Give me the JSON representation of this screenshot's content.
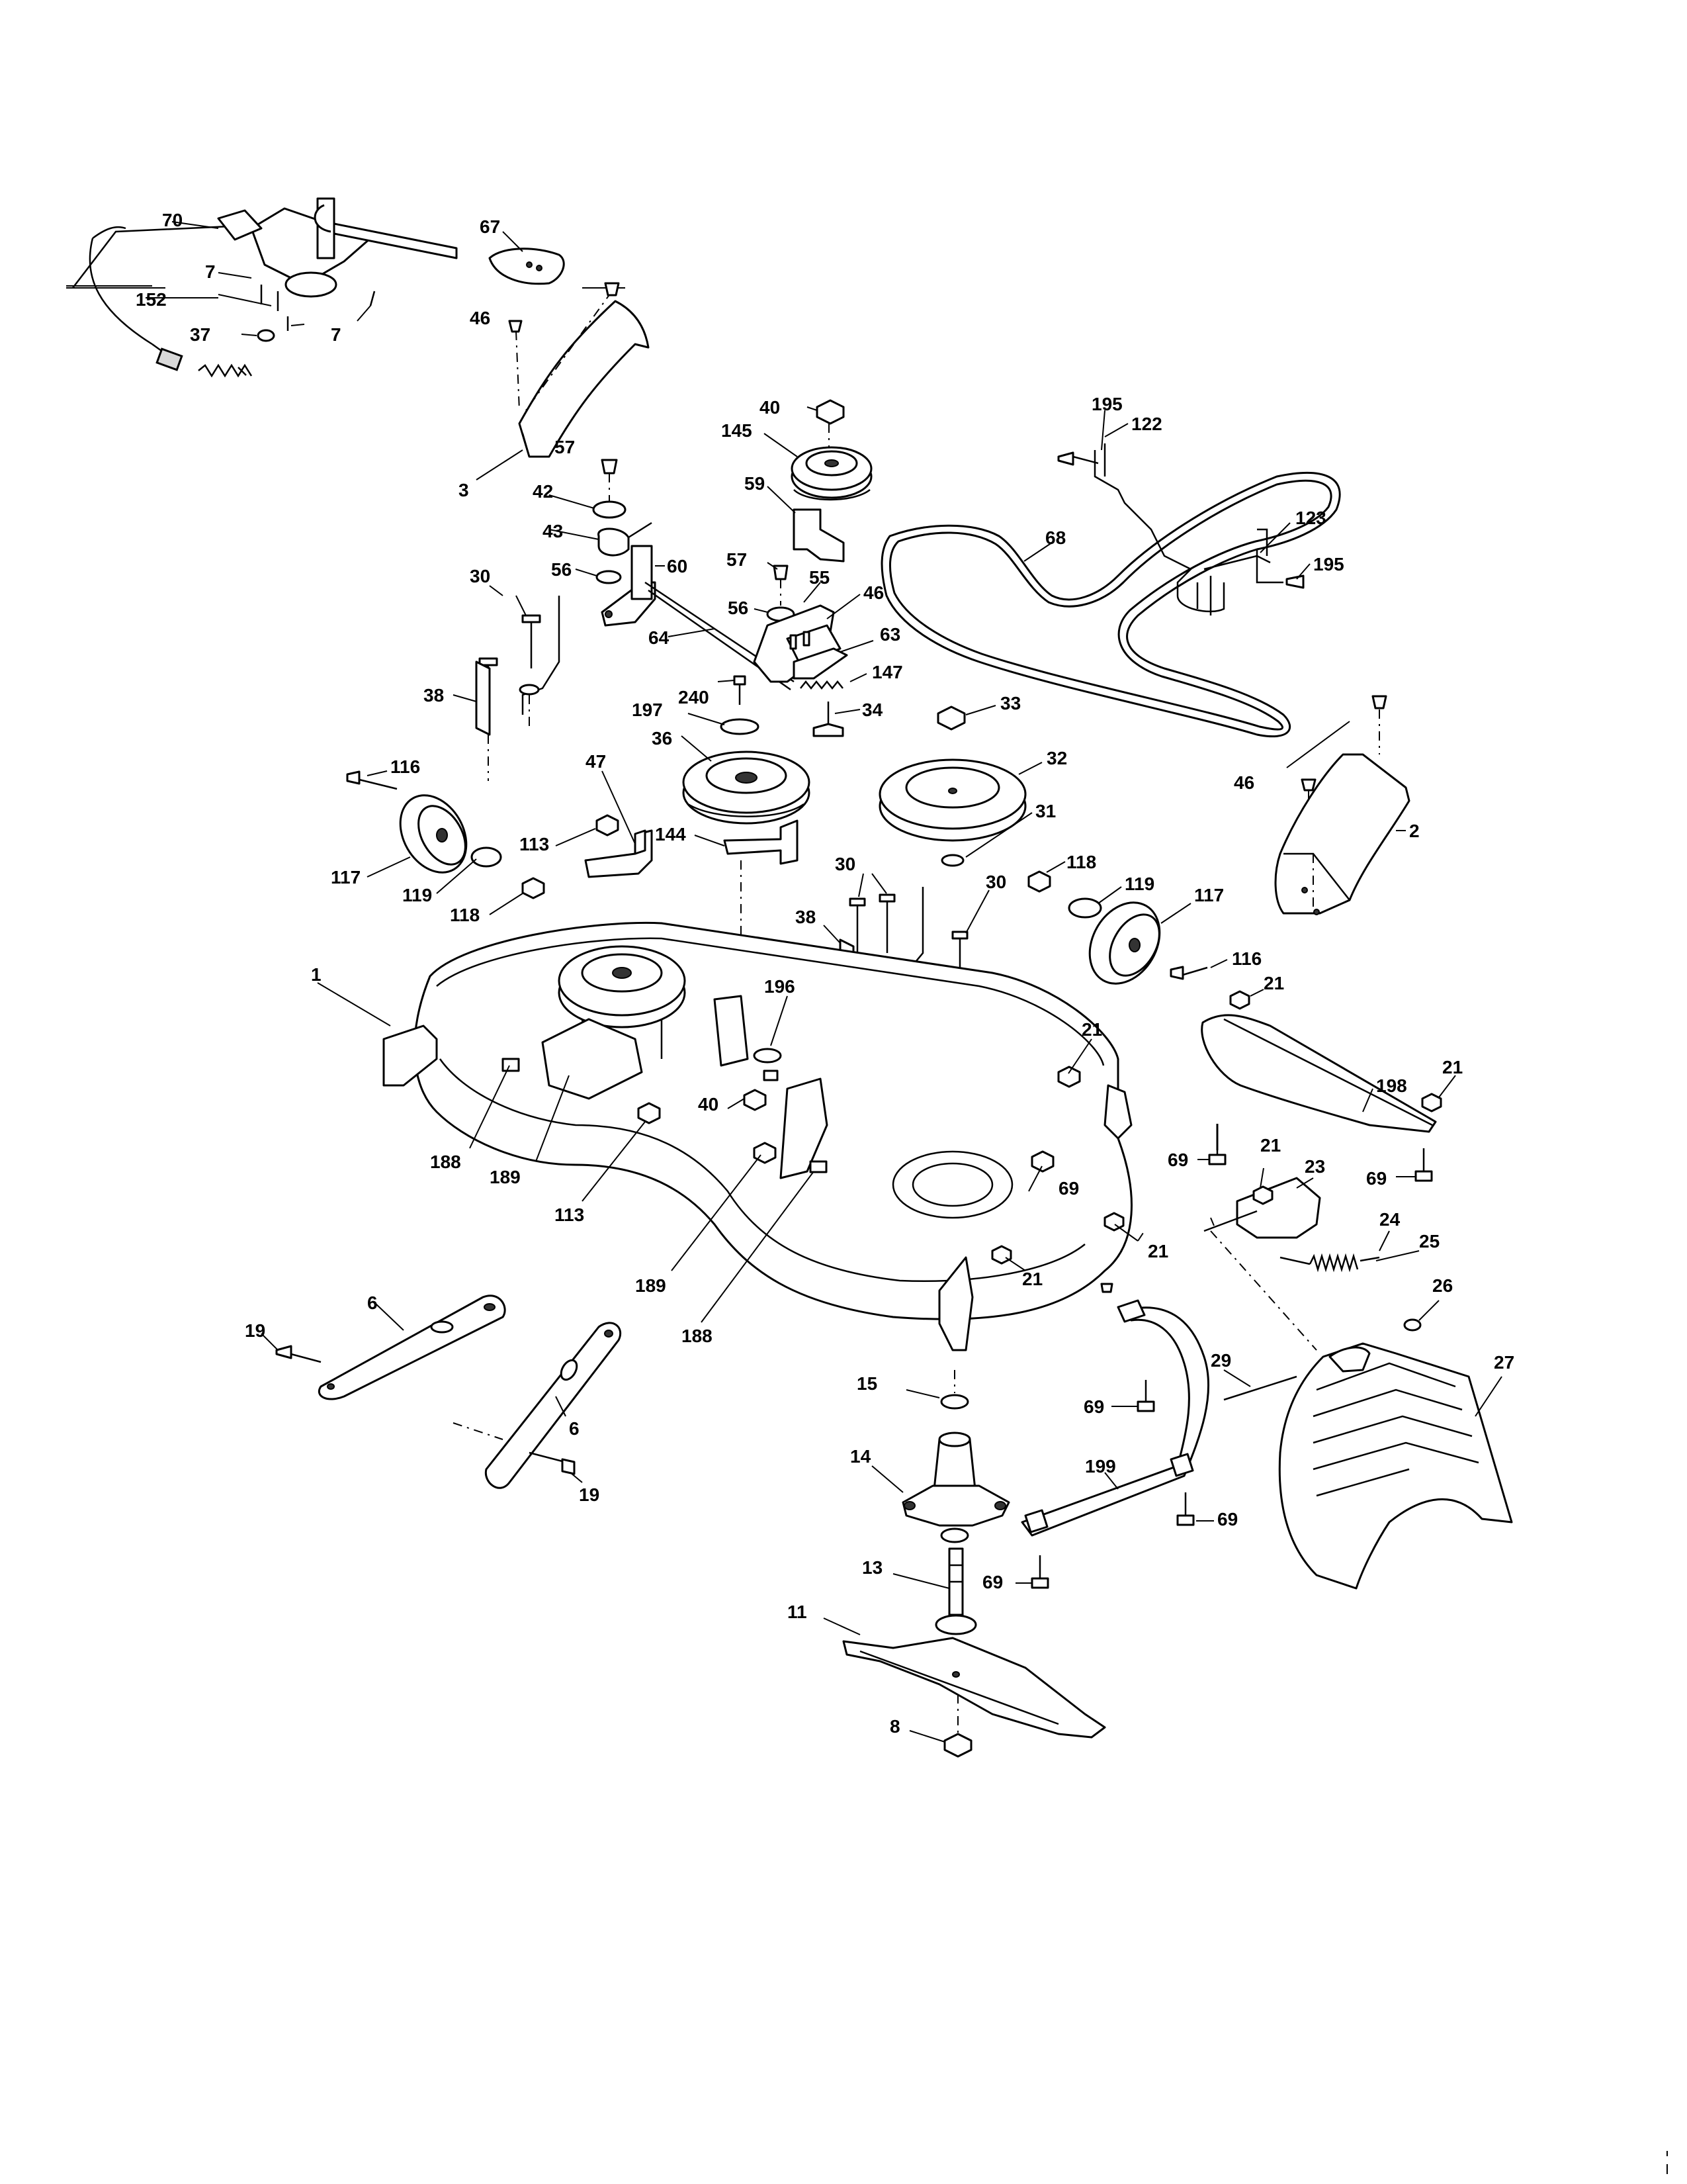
{
  "callouts": [
    {
      "id": "c70a",
      "text": "70"
    },
    {
      "id": "c7a",
      "text": "7"
    },
    {
      "id": "c152",
      "text": "152"
    },
    {
      "id": "c37",
      "text": "37"
    },
    {
      "id": "c7b",
      "text": "7"
    },
    {
      "id": "c67",
      "text": "67"
    },
    {
      "id": "c46a",
      "text": "46"
    },
    {
      "id": "c3",
      "text": "3"
    },
    {
      "id": "c40a",
      "text": "40"
    },
    {
      "id": "c145",
      "text": "145"
    },
    {
      "id": "c59",
      "text": "59"
    },
    {
      "id": "c57a",
      "text": "57"
    },
    {
      "id": "c42",
      "text": "42"
    },
    {
      "id": "c43",
      "text": "43"
    },
    {
      "id": "c56a",
      "text": "56"
    },
    {
      "id": "c60",
      "text": "60"
    },
    {
      "id": "c30a",
      "text": "30"
    },
    {
      "id": "c57b",
      "text": "57"
    },
    {
      "id": "c55",
      "text": "55"
    },
    {
      "id": "c56b",
      "text": "56"
    },
    {
      "id": "c46b",
      "text": "46"
    },
    {
      "id": "c64",
      "text": "64"
    },
    {
      "id": "c63",
      "text": "63"
    },
    {
      "id": "c147",
      "text": "147"
    },
    {
      "id": "c38a",
      "text": "38"
    },
    {
      "id": "c240",
      "text": "240"
    },
    {
      "id": "c34",
      "text": "34"
    },
    {
      "id": "c197",
      "text": "197"
    },
    {
      "id": "c36",
      "text": "36"
    },
    {
      "id": "c33",
      "text": "33"
    },
    {
      "id": "c32",
      "text": "32"
    },
    {
      "id": "c31",
      "text": "31"
    },
    {
      "id": "c195a",
      "text": "195"
    },
    {
      "id": "c122",
      "text": "122"
    },
    {
      "id": "c68",
      "text": "68"
    },
    {
      "id": "c123",
      "text": "123"
    },
    {
      "id": "c195b",
      "text": "195"
    },
    {
      "id": "c46c",
      "text": "46"
    },
    {
      "id": "c2",
      "text": "2"
    },
    {
      "id": "c116a",
      "text": "116"
    },
    {
      "id": "c47",
      "text": "47"
    },
    {
      "id": "c113a",
      "text": "113"
    },
    {
      "id": "c144",
      "text": "144"
    },
    {
      "id": "c117a",
      "text": "117"
    },
    {
      "id": "c119a",
      "text": "119"
    },
    {
      "id": "c118a",
      "text": "118"
    },
    {
      "id": "c30b",
      "text": "30"
    },
    {
      "id": "c30c",
      "text": "30"
    },
    {
      "id": "c38b",
      "text": "38"
    },
    {
      "id": "c118b",
      "text": "118"
    },
    {
      "id": "c119b",
      "text": "119"
    },
    {
      "id": "c117b",
      "text": "117"
    },
    {
      "id": "c116b",
      "text": "116"
    },
    {
      "id": "c196",
      "text": "196"
    },
    {
      "id": "c1",
      "text": "1"
    },
    {
      "id": "c21a",
      "text": "21"
    },
    {
      "id": "c21b",
      "text": "21"
    },
    {
      "id": "c198",
      "text": "198"
    },
    {
      "id": "c21c",
      "text": "21"
    },
    {
      "id": "c40b",
      "text": "40"
    },
    {
      "id": "c188a",
      "text": "188"
    },
    {
      "id": "c189a",
      "text": "189"
    },
    {
      "id": "c113b",
      "text": "113"
    },
    {
      "id": "c69a",
      "text": "69"
    },
    {
      "id": "c69b",
      "text": "69"
    },
    {
      "id": "c21d",
      "text": "21"
    },
    {
      "id": "c23",
      "text": "23"
    },
    {
      "id": "c69c",
      "text": "69"
    },
    {
      "id": "c24",
      "text": "24"
    },
    {
      "id": "c25",
      "text": "25"
    },
    {
      "id": "c21e",
      "text": "21"
    },
    {
      "id": "c21f",
      "text": "21"
    },
    {
      "id": "c189b",
      "text": "189"
    },
    {
      "id": "c188b",
      "text": "188"
    },
    {
      "id": "c26",
      "text": "26"
    },
    {
      "id": "c6a",
      "text": "6"
    },
    {
      "id": "c19a",
      "text": "19"
    },
    {
      "id": "c29",
      "text": "29"
    },
    {
      "id": "c27",
      "text": "27"
    },
    {
      "id": "c15",
      "text": "15"
    },
    {
      "id": "c6b",
      "text": "6"
    },
    {
      "id": "c19b",
      "text": "19"
    },
    {
      "id": "c69d",
      "text": "69"
    },
    {
      "id": "c14",
      "text": "14"
    },
    {
      "id": "c199",
      "text": "199"
    },
    {
      "id": "c69e",
      "text": "69"
    },
    {
      "id": "c13",
      "text": "13"
    },
    {
      "id": "c69f",
      "text": "69"
    },
    {
      "id": "c11",
      "text": "11"
    },
    {
      "id": "c8",
      "text": "8"
    }
  ]
}
